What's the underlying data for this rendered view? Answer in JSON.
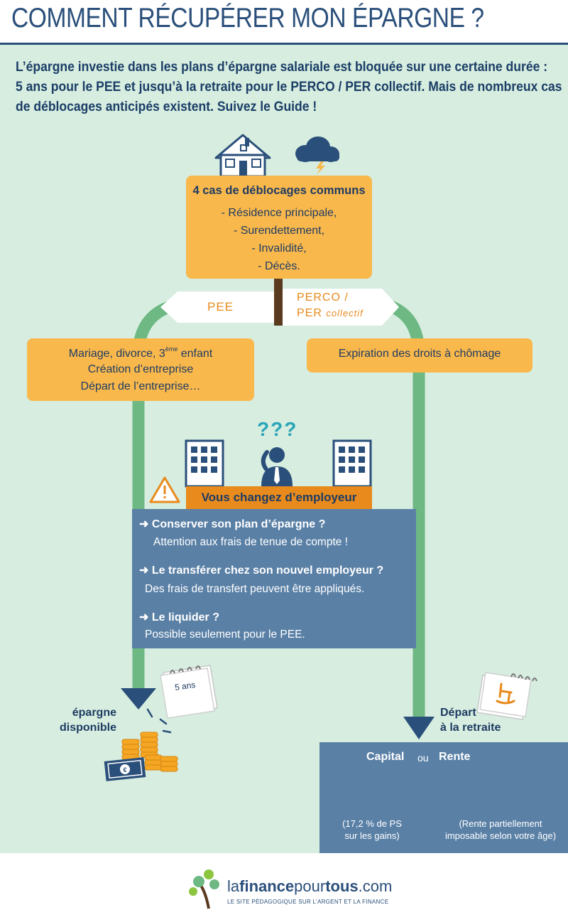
{
  "title": "COMMENT RÉCUPÉRER MON ÉPARGNE ?",
  "intro": [
    "L’épargne investie dans les plans d’épargne salariale est bloquée sur une certaine durée :",
    "5 ans pour le PEE et jusqu’à la retraite pour le PERCO / PER collectif. Mais de nombreux cas",
    "de déblocages anticipés existent. Suivez le Guide !"
  ],
  "common_cases": {
    "title": "4 cas de déblocages communs",
    "items": [
      "- Résidence principale,",
      "- Surendettement,",
      "- Invalidité,",
      "- Décès."
    ]
  },
  "signpost": {
    "left": "PEE",
    "right_line1": "PERCO /",
    "right_line2_a": "PER ",
    "right_line2_b": "collectif"
  },
  "left_cases": {
    "line1_a": "Mariage, divorce, 3",
    "line1_sup": "ème",
    "line1_b": " enfant",
    "line2": "Création d’entreprise",
    "line3": "Départ de l’entreprise…"
  },
  "right_cases": {
    "text": "Expiration des droits à chômage"
  },
  "question_marks": "???",
  "employer": {
    "label": "Vous changez d’employeur",
    "options": [
      {
        "title": "Conserver son plan d’épargne ?",
        "desc": "Attention aux frais de tenue de compte !"
      },
      {
        "title": "Le transférer chez son nouvel employeur ?",
        "desc": "Des frais de transfert peuvent être appliqués."
      },
      {
        "title": "Le liquider ?",
        "desc": "Possible seulement pour le PEE."
      }
    ]
  },
  "left_outcome": {
    "line1": "épargne",
    "line2": "disponible",
    "calendar": "5 ans"
  },
  "right_outcome": {
    "line1": "Départ",
    "line2": "à la retraite"
  },
  "payout": {
    "capital": "Capital",
    "or": "ou",
    "rente": "Rente",
    "capital_note": [
      "(17,2 % de PS",
      "sur les gains)"
    ],
    "rente_note": [
      "(Rente partiellement",
      "imposable selon votre âge)"
    ]
  },
  "logo": {
    "part1": "la",
    "part2": "finance",
    "part3": "pour",
    "part4": "tous",
    "part5": ".com",
    "tagline": "LE SITE PÉDAGOGIQUE SUR L’ARGENT ET LA FINANCE"
  },
  "colors": {
    "navy": "#1f3c63",
    "orange": "#f9b84c",
    "dark_orange": "#e88a1c",
    "green_path": "#6db883",
    "blue_box": "#5a80a6",
    "background": "#d6eddf"
  }
}
